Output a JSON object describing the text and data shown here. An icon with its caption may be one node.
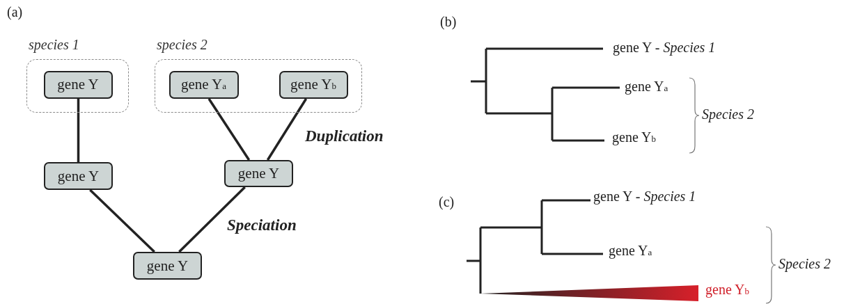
{
  "diagram": {
    "nodes": [
      {
        "text": [
          "species 1"
        ]
      },
      {
        "text": [
          "gene Y"
        ],
        "in": 0
      },
      {
        "text": [
          "species 2"
        ]
      },
      {
        "text": [
          "gene Y$_{a}$"
        ],
        "in": 2
      },
      {
        "text": [
          "gene Y$_{b}$"
        ],
        "in": 2
      },
      {
        "text": [
          "gene Y"
        ]
      },
      {
        "text": [
          "gene Y"
        ]
      },
      {
        "text": [
          "gene Y"
        ]
      }
    ],
    "edges": [
      {
        "from": 1,
        "to": 5,
        "arrow": "none"
      },
      {
        "from": 3,
        "to": 6,
        "arrow": "none"
      },
      {
        "from": 4,
        "to": 6,
        "arrow": "none"
      },
      {
        "from": 5,
        "to": 7,
        "arrow": "none"
      },
      {
        "from": 6,
        "to": 7,
        "arrow": "none"
      }
    ],
    "labels": [
      "(a)",
      "Duplication",
      "Speciation",
      "(b)",
      "gene Y - *Species 1*",
      "gene Y$_{a}$",
      "gene Y$_{b}$",
      "Species 2",
      "(c)",
      "gene Y - *Species 1*",
      "gene Y$_{a}$",
      "gene Y$_{b}$",
      "Species 2"
    ]
  }
}
